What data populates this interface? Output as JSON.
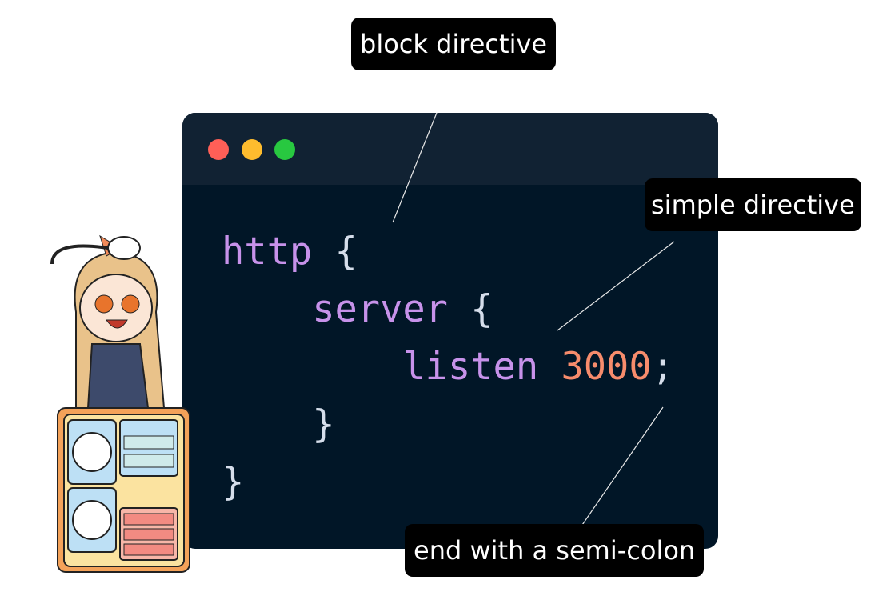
{
  "window": {
    "dots": [
      "#ff5f57",
      "#febc2e",
      "#28c840"
    ],
    "background": "#011627",
    "header": "#112233"
  },
  "code": {
    "line1": {
      "keyword": "http",
      "brace": " {"
    },
    "line2": {
      "indent": "    ",
      "keyword": "server",
      "brace": " {"
    },
    "line3": {
      "indent": "        ",
      "keyword": "listen",
      "space": " ",
      "value": "3000",
      "semi": ";"
    },
    "line4": {
      "indent": "    ",
      "brace": "}"
    },
    "line5": {
      "brace": "}"
    }
  },
  "annotations": {
    "block": "block directive",
    "simple": "simple directive",
    "semicolon": "end with a semi-colon"
  }
}
